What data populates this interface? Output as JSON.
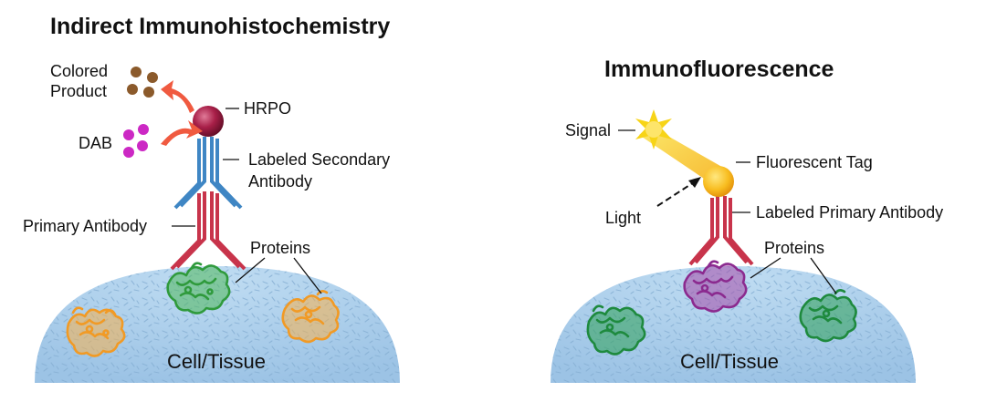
{
  "colors": {
    "cell": "#a9cdea",
    "cell_texture": "#7fa9cc",
    "secondary_antibody": "#3f86c4",
    "primary_antibody": "#c8344b",
    "target_protein": "#2f9a3c",
    "other_protein_left": "#f19a25",
    "other_protein_right": "#1e8a3e",
    "labeled_protein": "#8b2a8f",
    "hrpo": "#8c1536",
    "dab": "#cc28c4",
    "colored_product": "#8b5a2b",
    "arrow": "#f05a40",
    "fluorescent_tag": "#f6b21a",
    "signal": "#f7d417"
  },
  "icons": [
    "hrpo-enzyme-icon",
    "dab-dots-icon",
    "colored-product-dots-icon",
    "conversion-arrow-icon",
    "y-antibody-icon",
    "protein-icon",
    "signal-star-icon",
    "fluorescent-tag-icon",
    "light-arrow-icon"
  ],
  "left_panel": {
    "title": "Indirect Immunohistochemistry",
    "labels": {
      "colored_product_line1": "Colored",
      "colored_product_line2": "Product",
      "hrpo": "HRPO",
      "dab": "DAB",
      "secondary_line1": "Labeled Secondary",
      "secondary_line2": "Antibody",
      "primary": "Primary Antibody",
      "proteins": "Proteins",
      "cell": "Cell/Tissue"
    }
  },
  "right_panel": {
    "title": "Immunofluorescence",
    "labels": {
      "signal": "Signal",
      "fluorescent_tag": "Fluorescent Tag",
      "light": "Light",
      "labeled_primary": "Labeled Primary Antibody",
      "proteins": "Proteins",
      "cell": "Cell/Tissue"
    }
  }
}
